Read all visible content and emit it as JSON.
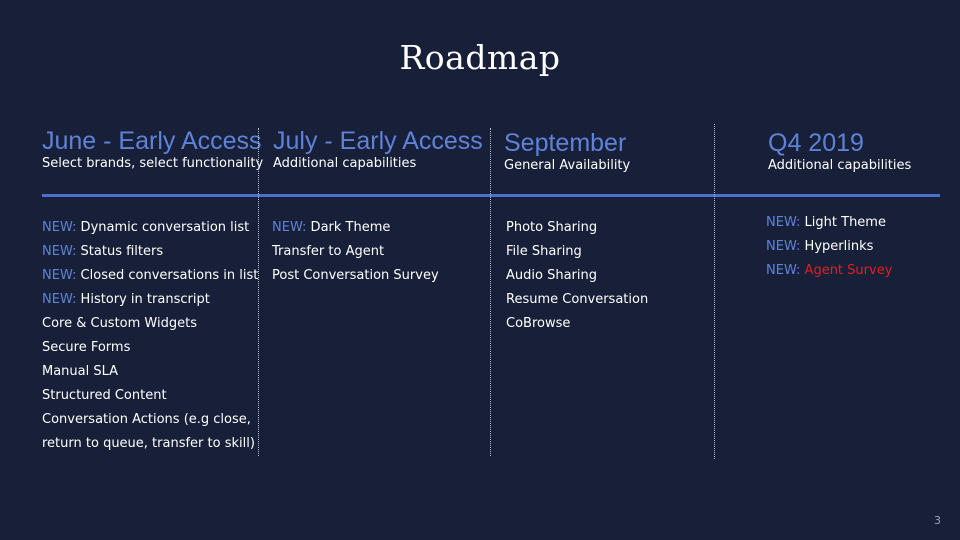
{
  "title": "Roadmap",
  "new_prefix": "NEW:",
  "columns": [
    {
      "heading": "June - Early Access",
      "subheading": "Select brands, select functionality",
      "items": [
        {
          "new": true,
          "text": " Dynamic conversation list"
        },
        {
          "new": true,
          "text": " Status filters"
        },
        {
          "new": true,
          "text": " Closed conversations in list"
        },
        {
          "new": true,
          "text": " History in transcript"
        },
        {
          "new": false,
          "text": "Core & Custom Widgets"
        },
        {
          "new": false,
          "text": "Secure Forms"
        },
        {
          "new": false,
          "text": "Manual SLA"
        },
        {
          "new": false,
          "text": "Structured Content"
        },
        {
          "new": false,
          "text": "Conversation Actions (e.g close,"
        },
        {
          "new": false,
          "text": "return to queue, transfer to skill)"
        }
      ]
    },
    {
      "heading": "July - Early Access",
      "subheading": "Additional capabilities",
      "items": [
        {
          "new": true,
          "text": " Dark Theme"
        },
        {
          "new": false,
          "text": "Transfer to Agent"
        },
        {
          "new": false,
          "text": "Post Conversation Survey"
        }
      ]
    },
    {
      "heading": "September",
      "subheading": "General Availability",
      "items": [
        {
          "new": false,
          "text": "Photo Sharing"
        },
        {
          "new": false,
          "text": "File Sharing"
        },
        {
          "new": false,
          "text": "Audio Sharing"
        },
        {
          "new": false,
          "text": "Resume Conversation"
        },
        {
          "new": false,
          "text": "CoBrowse"
        }
      ]
    },
    {
      "heading": "Q4 2019",
      "subheading": "Additional capabilities",
      "items": [
        {
          "new": true,
          "text": " Light Theme"
        },
        {
          "new": true,
          "text": " Hyperlinks"
        },
        {
          "new": true,
          "text": " Agent Survey",
          "highlight": true
        }
      ]
    }
  ],
  "page_number": "3",
  "colors": {
    "background": "#172038",
    "accent": "#5f82d8",
    "timeline": "#4a6fcc",
    "highlight": "#e02020",
    "text": "#ffffff"
  }
}
